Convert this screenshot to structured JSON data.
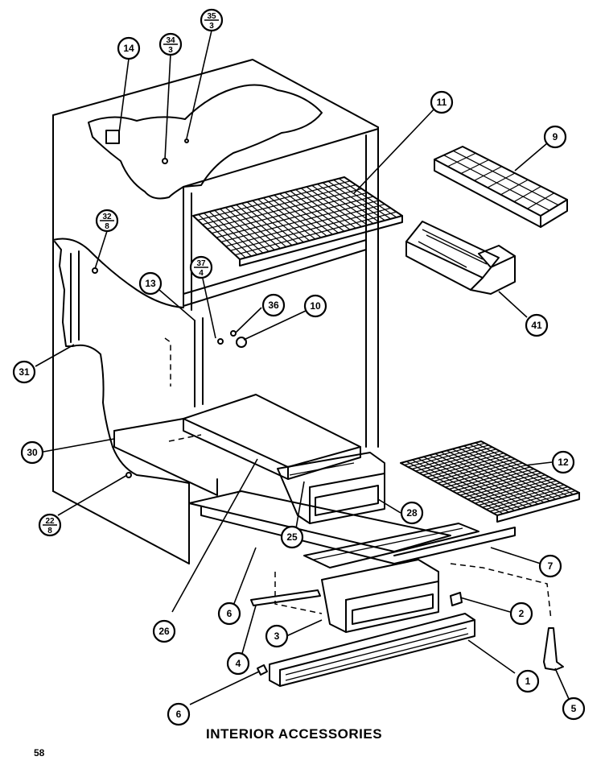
{
  "title": "INTERIOR ACCESSORIES",
  "page_number": "58",
  "callouts": [
    {
      "id": "c14",
      "label": "14"
    },
    {
      "id": "c34",
      "num": "34",
      "den": "3"
    },
    {
      "id": "c35",
      "num": "35",
      "den": "3"
    },
    {
      "id": "c11",
      "label": "11"
    },
    {
      "id": "c9",
      "label": "9"
    },
    {
      "id": "c32a",
      "num": "32",
      "den": "8"
    },
    {
      "id": "c37",
      "num": "37",
      "den": "4"
    },
    {
      "id": "c13",
      "label": "13"
    },
    {
      "id": "c36",
      "label": "36"
    },
    {
      "id": "c10",
      "label": "10"
    },
    {
      "id": "c41",
      "label": "41"
    },
    {
      "id": "c31",
      "label": "31"
    },
    {
      "id": "c30",
      "label": "30"
    },
    {
      "id": "c22",
      "num": "22",
      "den": "8"
    },
    {
      "id": "c12",
      "label": "12"
    },
    {
      "id": "c28",
      "label": "28"
    },
    {
      "id": "c25",
      "label": "25"
    },
    {
      "id": "c26",
      "label": "26"
    },
    {
      "id": "c7",
      "label": "7"
    },
    {
      "id": "c6a",
      "label": "6"
    },
    {
      "id": "c2",
      "label": "2"
    },
    {
      "id": "c3",
      "label": "3"
    },
    {
      "id": "c4",
      "label": "4"
    },
    {
      "id": "c1",
      "label": "1"
    },
    {
      "id": "c5",
      "label": "5"
    },
    {
      "id": "c6b",
      "label": "6"
    }
  ]
}
